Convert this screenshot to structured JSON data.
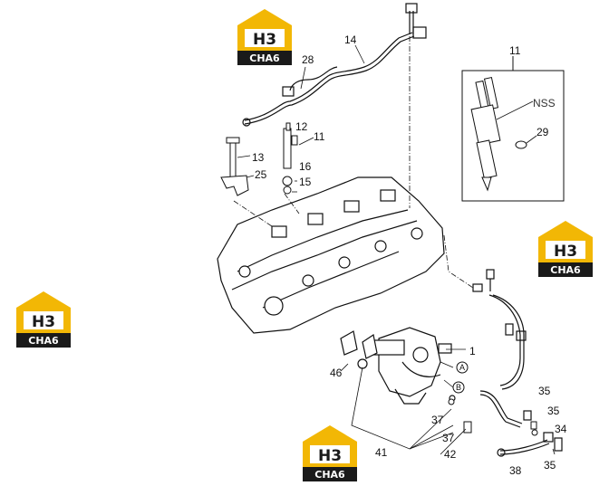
{
  "watermark": {
    "brand_top": "H3",
    "brand_bottom": "CHA6"
  },
  "callouts": {
    "c1": "1",
    "c11a": "11",
    "c11b": "11",
    "c12": "12",
    "c13": "13",
    "c14": "14",
    "c15": "15",
    "c16": "16",
    "c25": "25",
    "c28": "28",
    "c29": "29",
    "c34": "34",
    "c35a": "35",
    "c35b": "35",
    "c35c": "35",
    "c37a": "37",
    "c37b": "37",
    "c38": "38",
    "c41": "41",
    "c42": "42",
    "c46": "46",
    "nss": "NSS",
    "ref_a": "A",
    "ref_b": "B"
  }
}
